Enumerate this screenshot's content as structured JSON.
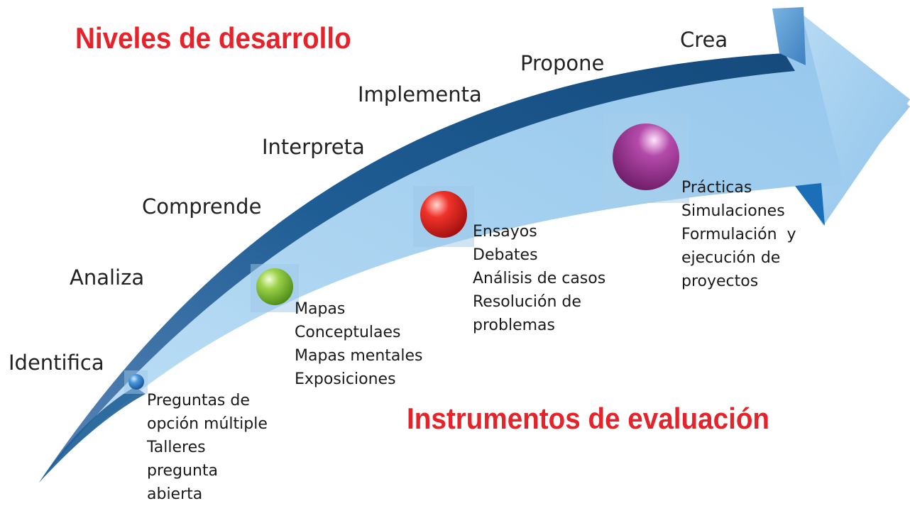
{
  "titles": {
    "levels": "Niveles de desarrollo",
    "instruments": "Instrumentos de evaluación"
  },
  "levels": [
    "Identifica",
    "Analiza",
    "Comprende",
    "Interpreta",
    "Implementa",
    "Propone",
    "Crea"
  ],
  "stages": [
    {
      "color": "#2f7fd0",
      "instruments": [
        "Preguntas de",
        "opción múltiple",
        "Talleres",
        "pregunta",
        "abierta"
      ]
    },
    {
      "color": "#8cc63f",
      "instruments": [
        "Mapas",
        "Conceptulaes",
        "Mapas mentales",
        "Exposiciones"
      ]
    },
    {
      "color": "#e52421",
      "instruments": [
        "Ensayos",
        "Debates",
        "Análisis de casos",
        "Resolución de",
        "problemas"
      ]
    },
    {
      "color": "#9b2f8f",
      "instruments": [
        "Prácticas",
        "Simulaciones",
        "Formulación  y",
        "ejecución de",
        "proyectos"
      ]
    }
  ],
  "colors": {
    "title": "#e5232b",
    "arrow_light": "#a8d2f0",
    "arrow_dark": "#1e5d94"
  }
}
